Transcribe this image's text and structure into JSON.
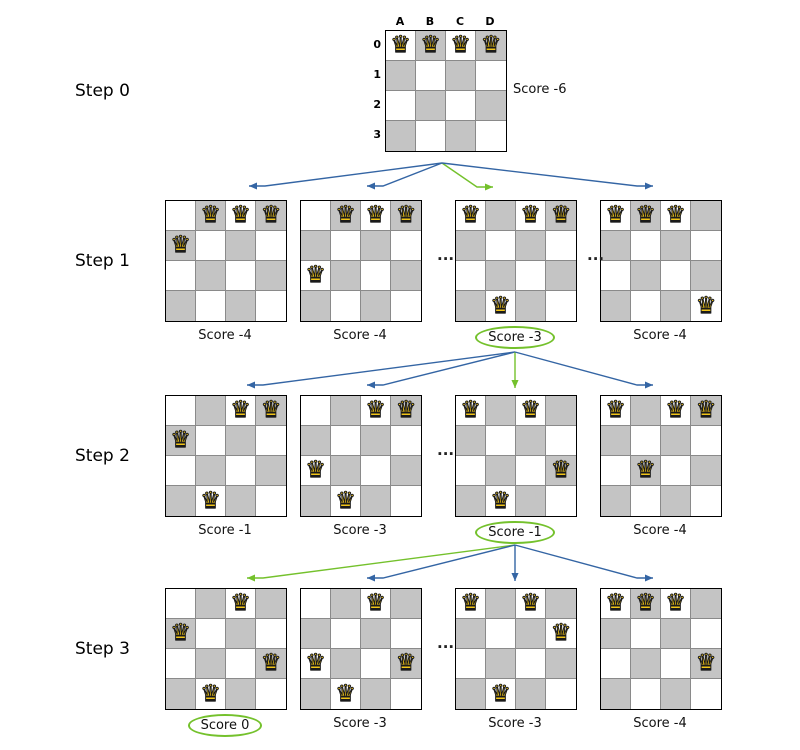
{
  "board": {
    "column_labels": [
      "A",
      "B",
      "C",
      "D"
    ],
    "row_labels": [
      "0",
      "1",
      "2",
      "3"
    ],
    "queen_glyph": "♛"
  },
  "ellipsis": "...",
  "colors": {
    "arrow_blue": "#3465a4",
    "selected_green": "#74c12c",
    "cell_light": "#ffffff",
    "cell_dark": "#c4c4c4",
    "queen_gold": "#f0c419",
    "board_border": "#000000"
  },
  "steps": [
    {
      "label": "Step 0",
      "boards": [
        {
          "queens": [
            "A0",
            "B0",
            "C0",
            "D0"
          ],
          "score": "Score -6",
          "selected": false
        }
      ]
    },
    {
      "label": "Step 1",
      "boards": [
        {
          "queens": [
            "A1",
            "B0",
            "C0",
            "D0"
          ],
          "score": "Score -4",
          "selected": false
        },
        {
          "queens": [
            "A2",
            "B0",
            "C0",
            "D0"
          ],
          "score": "Score -4",
          "selected": false
        },
        {
          "queens": [
            "A0",
            "B3",
            "C0",
            "D0"
          ],
          "score": "Score -3",
          "selected": true
        },
        {
          "queens": [
            "A0",
            "B0",
            "C0",
            "D3"
          ],
          "score": "Score -4",
          "selected": false
        }
      ]
    },
    {
      "label": "Step 2",
      "boards": [
        {
          "queens": [
            "A1",
            "B3",
            "C0",
            "D0"
          ],
          "score": "Score -1",
          "selected": false
        },
        {
          "queens": [
            "A2",
            "B3",
            "C0",
            "D0"
          ],
          "score": "Score -3",
          "selected": false
        },
        {
          "queens": [
            "A0",
            "B3",
            "C0",
            "D2"
          ],
          "score": "Score -1",
          "selected": true
        },
        {
          "queens": [
            "A0",
            "B2",
            "C0",
            "D0"
          ],
          "score": "Score -4",
          "selected": false
        }
      ]
    },
    {
      "label": "Step 3",
      "boards": [
        {
          "queens": [
            "A1",
            "B3",
            "C0",
            "D2"
          ],
          "score": "Score 0",
          "selected": true
        },
        {
          "queens": [
            "A2",
            "B3",
            "C0",
            "D2"
          ],
          "score": "Score -3",
          "selected": false
        },
        {
          "queens": [
            "A0",
            "B3",
            "C0",
            "D1"
          ],
          "score": "Score -3",
          "selected": false
        },
        {
          "queens": [
            "A0",
            "B0",
            "C0",
            "D2"
          ],
          "score": "Score -4",
          "selected": false
        }
      ]
    }
  ]
}
